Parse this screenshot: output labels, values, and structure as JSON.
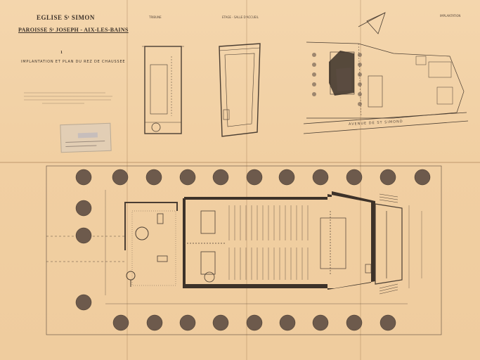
{
  "header": {
    "church_name": "EGLISE Sᵗ SIMON",
    "parish": "PAROISSE Sᵗ JOSEPH - AIX-LES-BAINS",
    "section_number": "1",
    "section_title": "IMPLANTATION ET PLAN DU REZ DE CHAUSSEE"
  },
  "top_labels": {
    "left_plan": "TRIBUNE",
    "middle_plan": "ETAGE - SALLE D'ACCUEIL",
    "right_block": "IMPLANTATION"
  },
  "site_plan": {
    "street": "AVENUE DE ST SIMOND"
  },
  "colors": {
    "paper": "#f2d2a6",
    "ink": "#3b3028",
    "tree": "#6d5a4c",
    "stamp": "#d6ccc2"
  }
}
